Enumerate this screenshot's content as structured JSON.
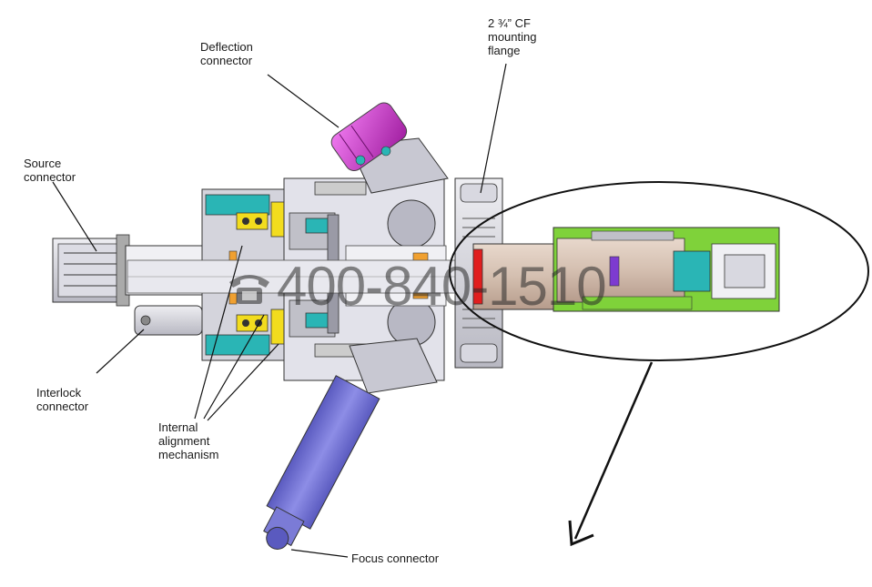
{
  "labels": {
    "deflection": [
      "Deflection",
      "connector"
    ],
    "flange": [
      "2 ¾” CF",
      "mounting",
      "flange"
    ],
    "source": [
      "Source",
      "connector"
    ],
    "interlock": [
      "Interlock",
      "connector"
    ],
    "alignment": [
      "Internal",
      "alignment",
      "mechanism"
    ],
    "focus": "Focus connector"
  },
  "watermark": "400-840-1510",
  "colors": {
    "magenta": "#cc33cc",
    "purple": "#7b7bd6",
    "cyan": "#2ab5b5",
    "green": "#7fd23a",
    "yellow": "#f2dc1e",
    "orange": "#f0a030",
    "red": "#e01e1e",
    "grey": "#c9c9cf",
    "dark": "#555560"
  },
  "icons": [
    "phone-icon"
  ]
}
